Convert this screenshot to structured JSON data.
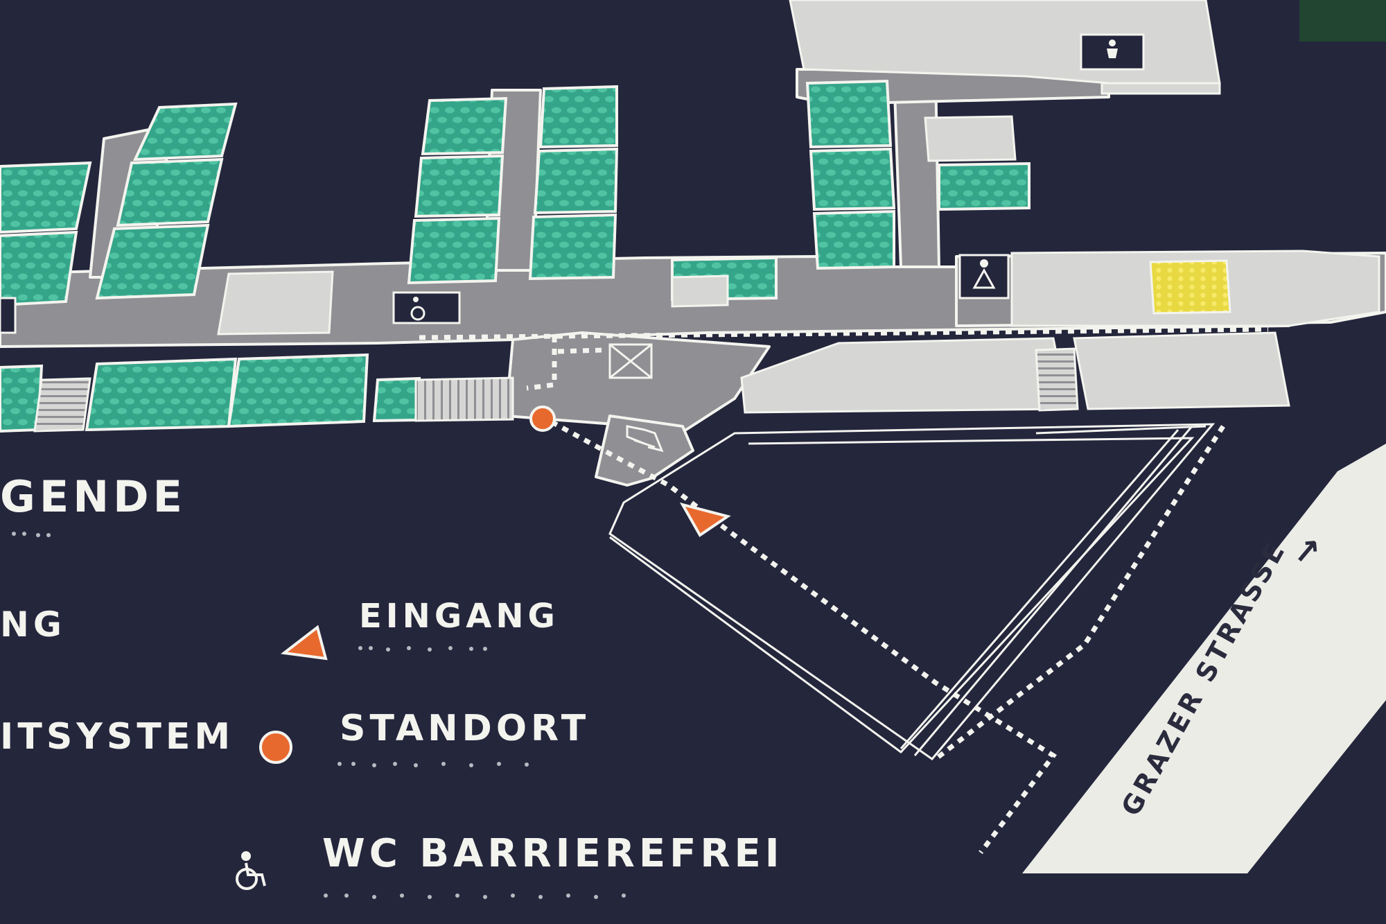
{
  "legend": {
    "heading": "GENDE",
    "item_partial_1": "NG",
    "item_partial_2": "ITSYSTEM",
    "entrance": "EINGANG",
    "location": "STANDORT",
    "wc": "WC BARRIEREFREI"
  },
  "street": {
    "name": "GRAZER STRASSE",
    "arrow": "→"
  },
  "colors": {
    "background": "#24263c",
    "corridor": "#8f8f94",
    "room": "#d6d6d4",
    "seat_area": "#35a58a",
    "tactile_yellow": "#e8d943",
    "marker": "#e8692e",
    "outline": "#f4f4ef"
  },
  "icons": [
    "wheelchair-icon",
    "wc-icon",
    "elevator-icon",
    "exit-icon",
    "entrance-triangle-icon",
    "location-dot-icon"
  ]
}
